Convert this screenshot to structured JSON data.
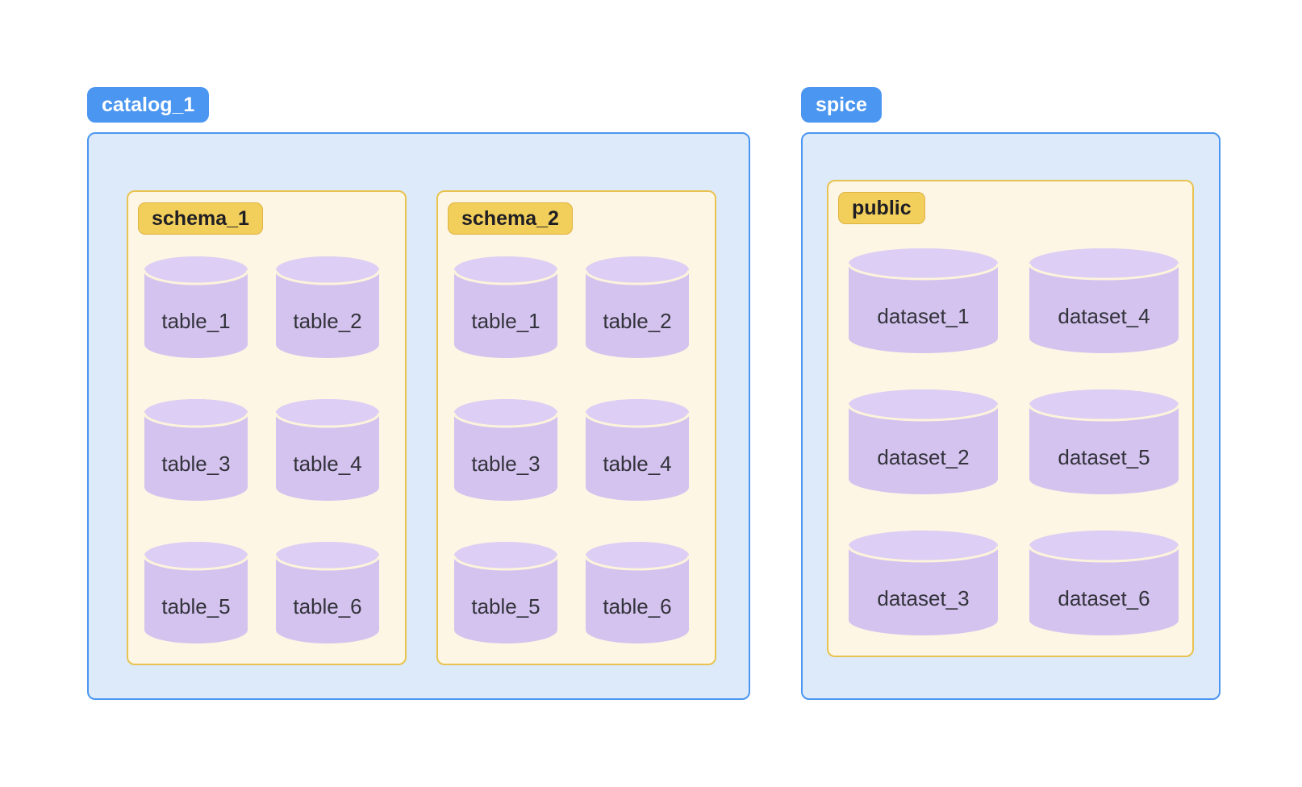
{
  "page": {
    "background": "#ffffff"
  },
  "colors": {
    "group_badge_bg": "#4B96F0",
    "group_badge_text": "#FFFFFF",
    "group_box_bg": "#DCEAF9",
    "group_box_border": "#4B96F0",
    "schema_panel_bg": "#FDF6E4",
    "schema_panel_border": "#E9C351",
    "schema_badge_bg": "#F2CE5B",
    "schema_badge_border": "#DFB344",
    "schema_badge_text": "#1E1E24",
    "cylinder_body": "#D4C3EF",
    "cylinder_cap": "#DCCEF4",
    "cylinder_arc_line": "#FDF3DC",
    "cylinder_label_text": "#33333B"
  },
  "groups": [
    {
      "badge": "catalog_1",
      "panels": [
        {
          "badge": "schema_1",
          "items": [
            "table_1",
            "table_2",
            "table_3",
            "table_4",
            "table_5",
            "table_6"
          ]
        },
        {
          "badge": "schema_2",
          "items": [
            "table_1",
            "table_2",
            "table_3",
            "table_4",
            "table_5",
            "table_6"
          ]
        }
      ]
    },
    {
      "badge": "spice",
      "panels": [
        {
          "badge": "public",
          "items": [
            "dataset_1",
            "dataset_4",
            "dataset_2",
            "dataset_5",
            "dataset_3",
            "dataset_6"
          ]
        }
      ]
    }
  ]
}
